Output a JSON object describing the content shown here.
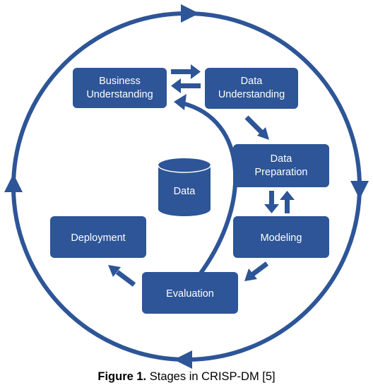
{
  "colors": {
    "primary": "#2d5597",
    "text_on_box": "#ffffff",
    "caption_text": "#000000"
  },
  "stages": {
    "business_understanding": [
      "Business",
      "Understanding"
    ],
    "data_understanding": [
      "Data",
      "Understanding"
    ],
    "data_preparation": [
      "Data",
      "Preparation"
    ],
    "modeling": [
      "Modeling"
    ],
    "evaluation": [
      "Evaluation"
    ],
    "deployment": [
      "Deployment"
    ]
  },
  "data_store": "Data",
  "caption": {
    "label": "Figure 1.",
    "text": "Stages in CRISP-DM [5]"
  }
}
